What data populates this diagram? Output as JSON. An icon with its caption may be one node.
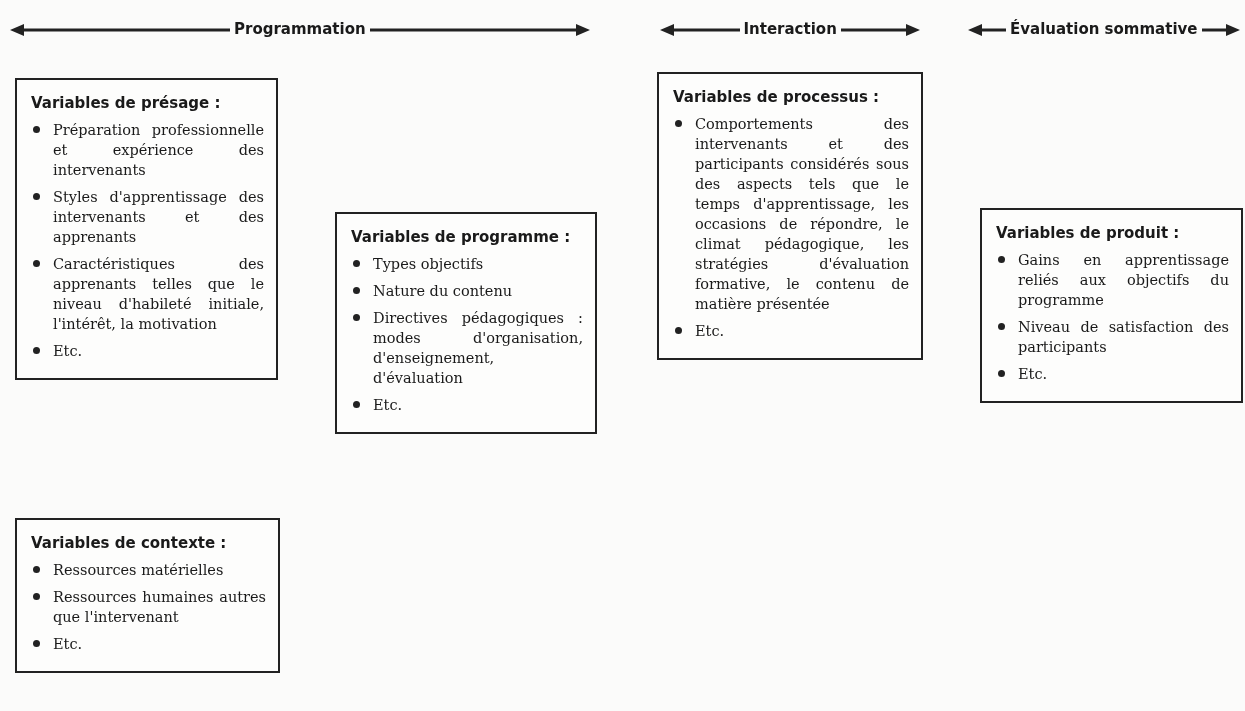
{
  "diagram": {
    "nodes": [
      {
        "text": [
          "Variables de présage :",
          "Préparation professionnelle et expérience des intervenants",
          "Styles d'apprentissage des intervenants et des apprenants",
          "Caractéristiques des apprenants telles que le niveau d'habileté initiale, l'intérêt, la motivation",
          "Etc."
        ]
      },
      {
        "text": [
          "Variables de programme :",
          "Types objectifs",
          "Nature du contenu",
          "Directives pédagogiques : modes d'organisation, d'enseignement, d'évaluation",
          "Etc."
        ]
      },
      {
        "text": [
          "Variables de contexte :",
          "Ressources matérielles",
          "Ressources humaines autres que l'intervenant",
          "Etc."
        ]
      },
      {
        "text": [
          "Variables de processus :",
          "Comportements des intervenants et des participants considérés sous des aspects tels que le temps d'apprentissage, les occasions de répondre, le climat pédagogique, les stratégies d'évaluation formative, le contenu de matière présentée",
          "Etc."
        ]
      },
      {
        "text": [
          "Variables de produit :",
          "Gains en apprentissage reliés aux objectifs du programme",
          "Niveau de satisfaction des participants",
          "Etc."
        ]
      }
    ],
    "labels": [
      "Programmation",
      "Interaction",
      "Évaluation sommative"
    ]
  }
}
